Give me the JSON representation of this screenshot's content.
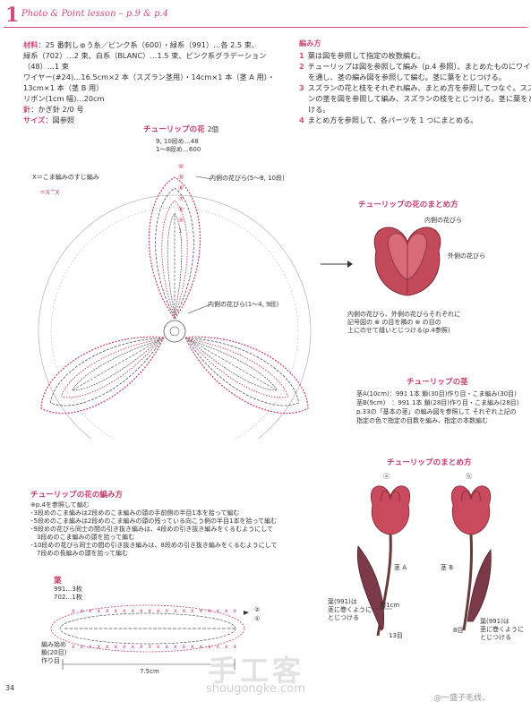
{
  "header": {
    "number": "1",
    "title": "Photo & Point lesson – p.9 & p.4"
  },
  "materials": {
    "label_materials": "材料",
    "line1": "：25 番刺しゅう糸／ピンク系（600）・緑系（991）…各 2.5 束、",
    "line2": "緑系（702）…2 束、白系（BLANC）…1.5 束、ピンク系グラデーション",
    "line3": "（48）…1 束",
    "line4": "ワイヤー(#24)…16.5cm×2 本（スズラン茎用）・14cm×1 本（茎 A 用）・",
    "line5": "13cm×1 本（茎 B 用）",
    "line6": "リボン(1cm 幅)…20cm",
    "label_needle": "針",
    "needle": "：かぎ針 2/0 号",
    "label_size": "サイズ",
    "size": "：図参照"
  },
  "method": {
    "title": "編み方",
    "steps": [
      {
        "n": "1",
        "text": "葉は図を参照して指定の枚数編む。"
      },
      {
        "n": "2",
        "text": "チューリップは図を参照して編み（p.4 参照）、まとめたものにワイヤー"
      },
      {
        "n": "",
        "text": "を通し、茎の編み図を参照して編む。茎に葉をとじつける。"
      },
      {
        "n": "3",
        "text": "スズランの花と枝をそれぞれ編み、まとめ方を参照してつなぐ。スズラ"
      },
      {
        "n": "",
        "text": "ンの茎を図を参照して編み、スズランの枝をとじつける。茎に葉をとじつ"
      },
      {
        "n": "",
        "text": "ける。"
      },
      {
        "n": "4",
        "text": "まとめ方を参照して、各パーツを 1 つにまとめる。"
      }
    ]
  },
  "flower_chart": {
    "title": "チューリップの花",
    "count": "2個",
    "rounds_a": "9, 10段め…48",
    "rounds_b": "1～8段め…600",
    "legend1": "X＝こま編みのすじ編み",
    "legend2": "＝X^X",
    "inner_label": "内側の花びら(1～4, 9段)",
    "outer_label": "内側の花びら(5～8, 10段)",
    "round_nums": [
      "⑩",
      "⑨",
      "⑧",
      "⑦",
      "⑥",
      "⑤",
      "1"
    ]
  },
  "assembly": {
    "title": "チューリップの花のまとめ方",
    "label_inner": "内側の花びら",
    "label_outer": "外側の花びら",
    "note1": "内側の花びら、外側の花びらそれぞれに",
    "note2": "記号図の ⊗ の目を隣の ⊗ の目の",
    "note3": "上にのせて縫いとじつける(p.4参照)"
  },
  "stem": {
    "title": "チューリップの茎",
    "line1": "茎A(10cm)：991 1本 鎖(30目)作り目・こま編み(30目)",
    "line2": "茎B(9cm)　：991 1本 鎖(28目)作り目・こま編み(28目)",
    "line3": "p.33の「基本の茎」の編み図を参照して それぞれ上記の",
    "line4": "指定の色で指定の目数を編み、指定の本数編む"
  },
  "flower_method": {
    "title": "チューリップの花の編み方",
    "lines": [
      "※p.4を参照して編む",
      "･3段めのこま編みは2段めのこま編みの頭の手前側の半目1本を拾って編む",
      "･5段めのこま編みは2段めのこま編みの頭の残っている向こう側の半目1本を拾って編む",
      "･9段めの花びら同士の間の引き抜き編みは、4段めの引き抜き編みをくるむようにして",
      "　3段めのこま編みの頭を拾って編む",
      "･10段めの花びら同士の間の引き抜き編みは、8段めの引き抜き編みをくるむようにして",
      "　7段めの長編みの頭を拾って編む"
    ]
  },
  "leaf": {
    "title": "葉",
    "line1": "991…3枚",
    "line2": "702…1枚",
    "start1": "編み始め",
    "start2": "鎖(20目)",
    "start3": "作り目",
    "width": "7.5cm",
    "r1": "①",
    "r2": "②"
  },
  "tulip_assembly": {
    "title": "チューリップのまとめ方",
    "a": "ⓐ",
    "b": "ⓑ",
    "stem_a": "茎 A",
    "stem_b": "茎 B",
    "about": "約1cm",
    "leaf_a_1": "葉(991)は",
    "leaf_a_2": "茎に巻くように",
    "leaf_a_3": "とじつける",
    "leaf_b_1": "葉(991)は",
    "leaf_b_2": "茎に巻くように",
    "leaf_b_3": "とじつける",
    "rows_a": "13目",
    "rows_b": "8目"
  },
  "footer": {
    "page": "34",
    "watermark": "手工客",
    "watermark_url": "shougongke.com",
    "weibo": "@一盛子毛线、"
  },
  "colors": {
    "accent": "#d04d78",
    "petal": "#c94a5c",
    "leaf": "#7a3a48",
    "chart_line": "#555555"
  }
}
